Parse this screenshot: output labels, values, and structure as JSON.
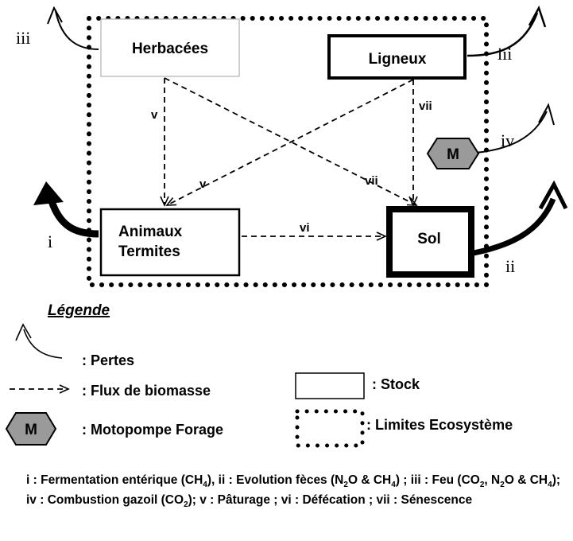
{
  "boxes": {
    "herbacees": "Herbacées",
    "ligneux": "Ligneux",
    "animaux_line1": "Animaux",
    "animaux_line2": "Termites",
    "sol": "Sol"
  },
  "motopompe_symbol": "M",
  "loss_labels": {
    "i": "i",
    "ii": "ii",
    "iii_left": "iii",
    "iii_right": "iii",
    "iv": "iv"
  },
  "flux_labels": {
    "v_left": "v",
    "v_diag": "v",
    "vii_right": "vii",
    "vii_diag": "vii",
    "vi": "vi"
  },
  "legend": {
    "title": "Légende",
    "pertes": ": Pertes",
    "flux": ": Flux de biomasse",
    "stock": ": Stock",
    "limites": ": Limites Ecosystème",
    "motopompe": ": Motopompe Forage",
    "motopompe_symbol": "M"
  },
  "caption": {
    "p1": "i : Fermentation entérique (CH",
    "p2": "), ii : Evolution fèces (N",
    "p3": "O & CH",
    "p4": ") ; iii : Feu (CO",
    "p5": ", N",
    "p6": "O & CH",
    "p7": "); iv : Combustion gazoil (CO",
    "p8": "); v : Pâturage ; vi : Défécation ; vii : Sénescence",
    "sub4": "4",
    "sub2": "2"
  },
  "colors": {
    "hexagon_fill": "#9a9a9a",
    "herbacees_border": "#b0b0b0",
    "ink": "#000000"
  }
}
